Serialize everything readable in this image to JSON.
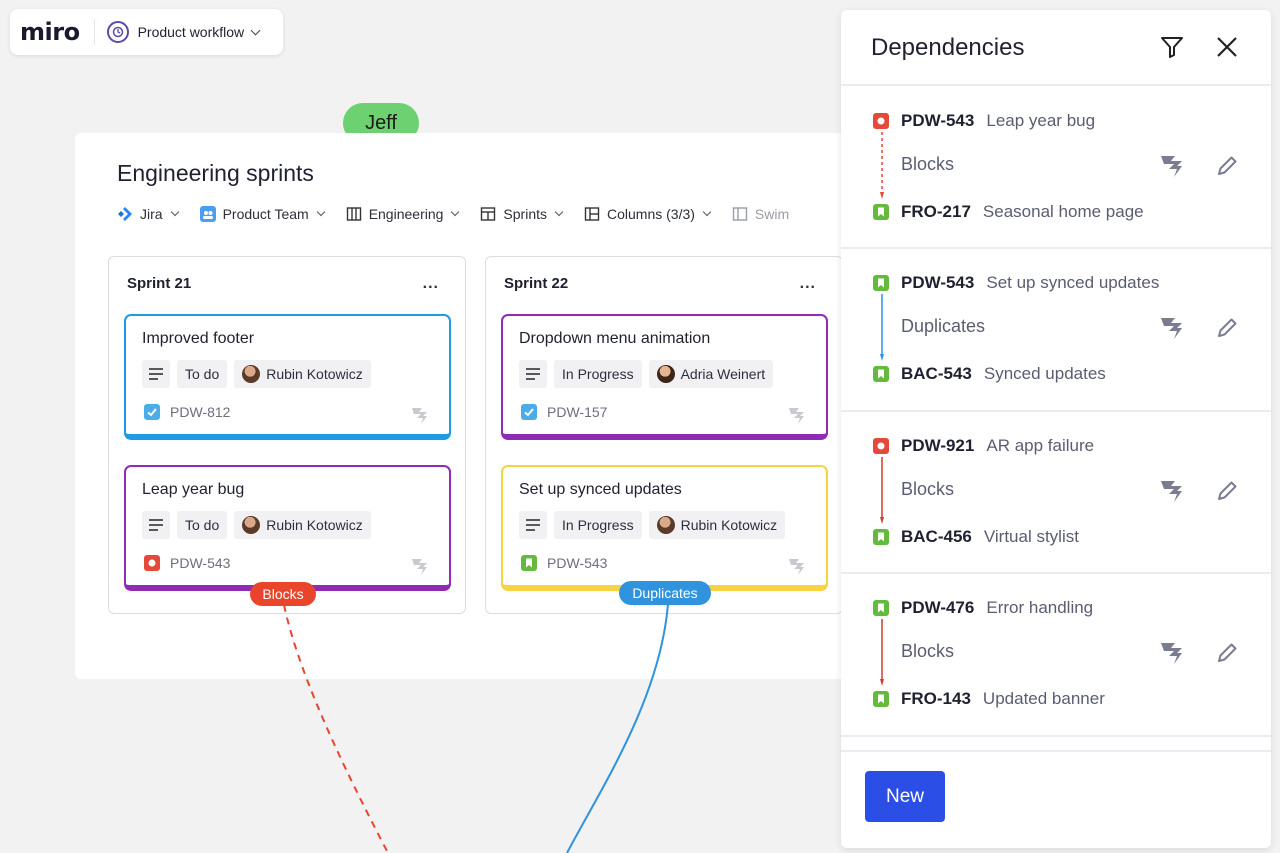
{
  "app": {
    "logo_text": "miro",
    "board_name": "Product workflow"
  },
  "cursor": {
    "user": "Jeff",
    "color": "#6dd071"
  },
  "board": {
    "title": "Engineering sprints",
    "filters": [
      {
        "label": "Jira",
        "icon": "jira-icon"
      },
      {
        "label": "Product Team",
        "icon": "team-icon"
      },
      {
        "label": "Engineering",
        "icon": "columns-icon"
      },
      {
        "label": "Sprints",
        "icon": "sprints-icon"
      },
      {
        "label": "Columns (3/3)",
        "icon": "layout-icon"
      },
      {
        "label": "Swim",
        "icon": "swimlane-icon"
      }
    ],
    "sprints": [
      {
        "title": "Sprint 21",
        "more": "...",
        "cards": [
          {
            "title": "Improved footer",
            "status": "To do",
            "assignee": "Rubin Kotowicz",
            "key": "PDW-812",
            "type_icon": "task-icon",
            "accent": "#1d9be4"
          },
          {
            "title": "Leap year bug",
            "status": "To do",
            "assignee": "Rubin Kotowicz",
            "key": "PDW-543",
            "type_icon": "bug-icon",
            "accent": "#8f2bb5"
          }
        ]
      },
      {
        "title": "Sprint 22",
        "more": "...",
        "cards": [
          {
            "title": "Dropdown menu animation",
            "status": "In Progress",
            "assignee": "Adria Weinert",
            "key": "PDW-157",
            "type_icon": "task-icon",
            "accent": "#8f2bb5"
          },
          {
            "title": "Set up synced updates",
            "status": "In Progress",
            "assignee": "Rubin Kotowicz",
            "key": "PDW-543",
            "type_icon": "story-icon",
            "accent": "#f5d343"
          }
        ]
      }
    ],
    "badges": [
      {
        "label": "Blocks",
        "color": "#e8452c"
      },
      {
        "label": "Duplicates",
        "color": "#2f93de"
      }
    ]
  },
  "panel": {
    "title": "Dependencies",
    "new_button": "New",
    "dependencies": [
      {
        "from_key": "PDW-543",
        "from_summary": "Leap year bug",
        "from_icon": "bug-icon",
        "relation": "Blocks",
        "to_key": "FRO-217",
        "to_summary": "Seasonal home page",
        "to_icon": "story-icon",
        "line_style": "dashed",
        "line_color": "#e8452c"
      },
      {
        "from_key": "PDW-543",
        "from_summary": "Set up synced updates",
        "from_icon": "story-icon",
        "relation": "Duplicates",
        "to_key": "BAC-543",
        "to_summary": "Synced updates",
        "to_icon": "story-icon",
        "line_style": "solid",
        "line_color": "#2f93de"
      },
      {
        "from_key": "PDW-921",
        "from_summary": "AR app failure",
        "from_icon": "bug-icon",
        "relation": "Blocks",
        "to_key": "BAC-456",
        "to_summary": "Virtual stylist",
        "to_icon": "story-icon",
        "line_style": "solid",
        "line_color": "#d43b2b"
      },
      {
        "from_key": "PDW-476",
        "from_summary": "Error handling",
        "from_icon": "story-icon",
        "relation": "Blocks",
        "to_key": "FRO-143",
        "to_summary": "Updated banner",
        "to_icon": "story-icon",
        "line_style": "solid",
        "line_color": "#d43b2b"
      }
    ]
  },
  "colors": {
    "bug": "#e5493a",
    "story": "#63ba3c",
    "task": "#4bade8",
    "primary": "#2a4ee6"
  }
}
